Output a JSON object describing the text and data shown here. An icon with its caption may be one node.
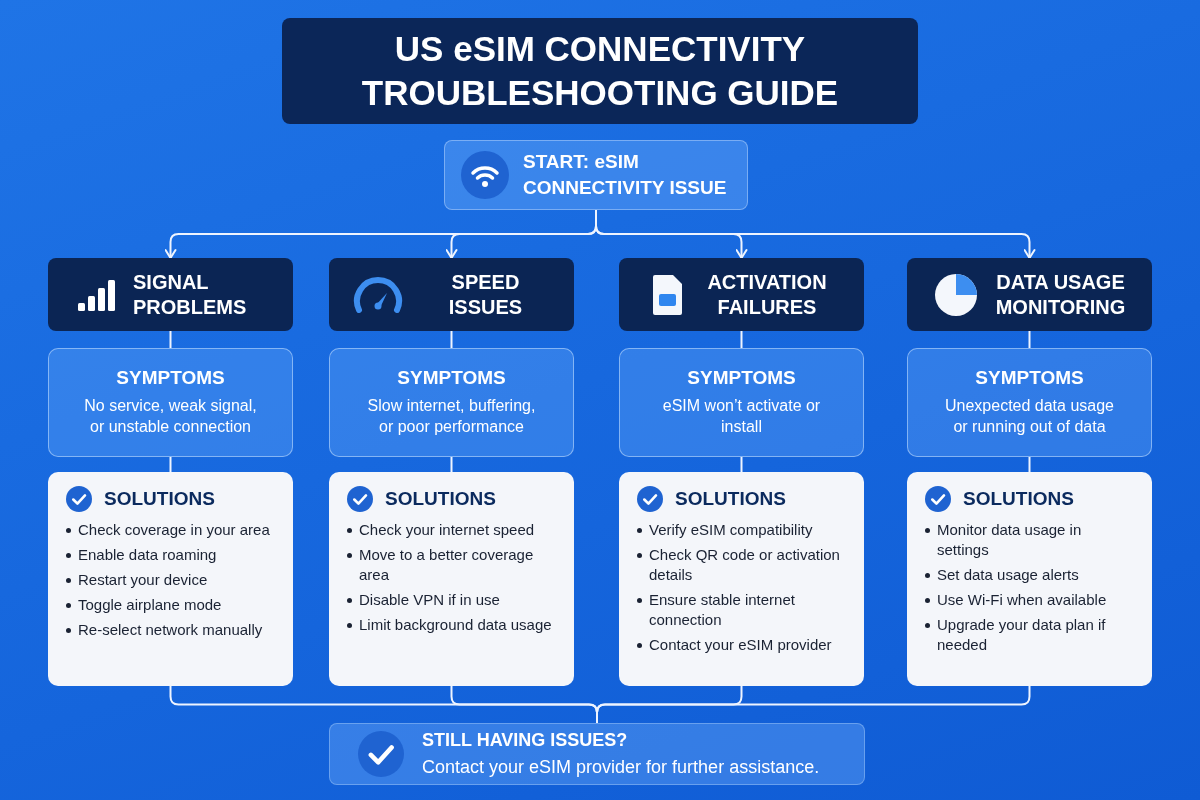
{
  "diagram": {
    "title": "US eSIM CONNECTIVITY TROUBLESHOOTING GUIDE",
    "nodes": [
      {
        "text": [
          "START: eSIM CONNECTIVITY ISSUE"
        ]
      },
      {
        "text": [
          "SIGNAL PROBLEMS"
        ]
      },
      {
        "text": [
          "SYMPTOMS",
          "No service, weak signal, or unstable connection"
        ]
      },
      {
        "text": [
          "SOLUTIONS",
          "Check coverage in your area",
          "Enable data roaming",
          "Restart your device",
          "Toggle airplane mode",
          "Re-select network manually"
        ]
      },
      {
        "text": [
          "SPEED ISSUES"
        ]
      },
      {
        "text": [
          "SYMPTOMS",
          "Slow internet, buffering, or poor performance"
        ]
      },
      {
        "text": [
          "SOLUTIONS",
          "Check your internet speed",
          "Move to a better coverage area",
          "Disable VPN if in use",
          "Limit background data usage"
        ]
      },
      {
        "text": [
          "ACTIVATION FAILURES"
        ]
      },
      {
        "text": [
          "SYMPTOMS",
          "eSIM won’t activate or install"
        ]
      },
      {
        "text": [
          "SOLUTIONS",
          "Verify eSIM compatibility",
          "Check QR code or activation details",
          "Ensure stable internet connection",
          "Contact your eSIM provider"
        ]
      },
      {
        "text": [
          "DATA USAGE MONITORING"
        ]
      },
      {
        "text": [
          "SYMPTOMS",
          "Unexpected data usage or running out of data"
        ]
      },
      {
        "text": [
          "SOLUTIONS",
          "Monitor data usage in settings",
          "Set data usage alerts",
          "Use Wi-Fi when available",
          "Upgrade your data plan if needed"
        ]
      },
      {
        "text": [
          "STILL HAVING ISSUES?",
          "Contact your eSIM provider for further assistance."
        ]
      }
    ],
    "edges": [
      {
        "from": 0,
        "to": 1,
        "arrow": "to"
      },
      {
        "from": 0,
        "to": 4,
        "arrow": "to"
      },
      {
        "from": 0,
        "to": 7,
        "arrow": "to"
      },
      {
        "from": 0,
        "to": 10,
        "arrow": "to"
      },
      {
        "from": 1,
        "to": 2,
        "arrow": "none"
      },
      {
        "from": 2,
        "to": 3,
        "arrow": "none"
      },
      {
        "from": 4,
        "to": 5,
        "arrow": "none"
      },
      {
        "from": 5,
        "to": 6,
        "arrow": "none"
      },
      {
        "from": 7,
        "to": 8,
        "arrow": "none"
      },
      {
        "from": 8,
        "to": 9,
        "arrow": "none"
      },
      {
        "from": 10,
        "to": 11,
        "arrow": "none"
      },
      {
        "from": 11,
        "to": 12,
        "arrow": "none"
      },
      {
        "from": 3,
        "to": 13,
        "arrow": "none"
      },
      {
        "from": 6,
        "to": 13,
        "arrow": "none"
      },
      {
        "from": 9,
        "to": 13,
        "arrow": "none"
      },
      {
        "from": 12,
        "to": 13,
        "arrow": "none"
      }
    ]
  }
}
